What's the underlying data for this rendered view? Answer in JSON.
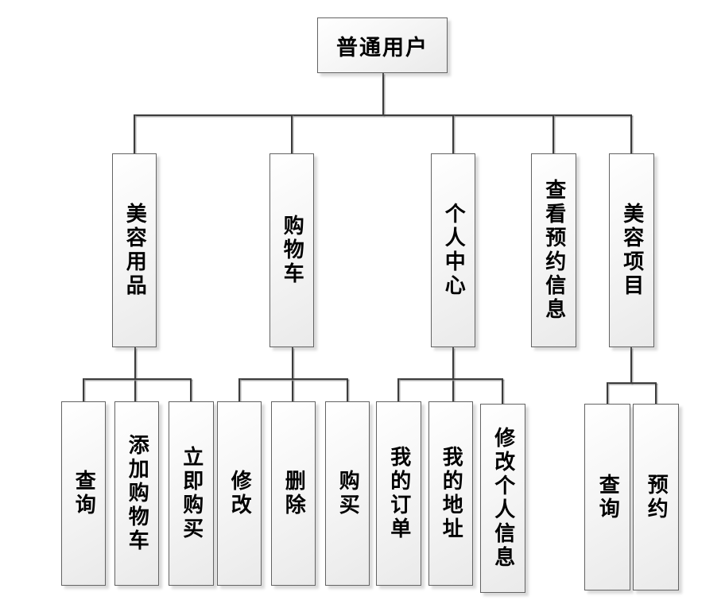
{
  "diagram": {
    "root": {
      "label": "普通用户"
    },
    "branches": [
      {
        "label": "美容用品",
        "children": [
          {
            "label": "查询"
          },
          {
            "label": "添加购物车"
          },
          {
            "label": "立即购买"
          }
        ]
      },
      {
        "label": "购物车",
        "children": [
          {
            "label": "修改"
          },
          {
            "label": "删除"
          },
          {
            "label": "购买"
          }
        ]
      },
      {
        "label": "个人中心",
        "children": [
          {
            "label": "我的订单"
          },
          {
            "label": "我的地址"
          },
          {
            "label": "修改个人信息"
          }
        ]
      },
      {
        "label": "查看预约信息",
        "children": []
      },
      {
        "label": "美容项目",
        "children": [
          {
            "label": "查询"
          },
          {
            "label": "预约"
          }
        ]
      }
    ],
    "colors": {
      "connector": "#3c3c3c",
      "node_border": "#636363",
      "node_fill_top": "#ffffff",
      "node_fill_bottom": "#eaeaea",
      "text": "#000000",
      "background": "#ffffff"
    }
  }
}
